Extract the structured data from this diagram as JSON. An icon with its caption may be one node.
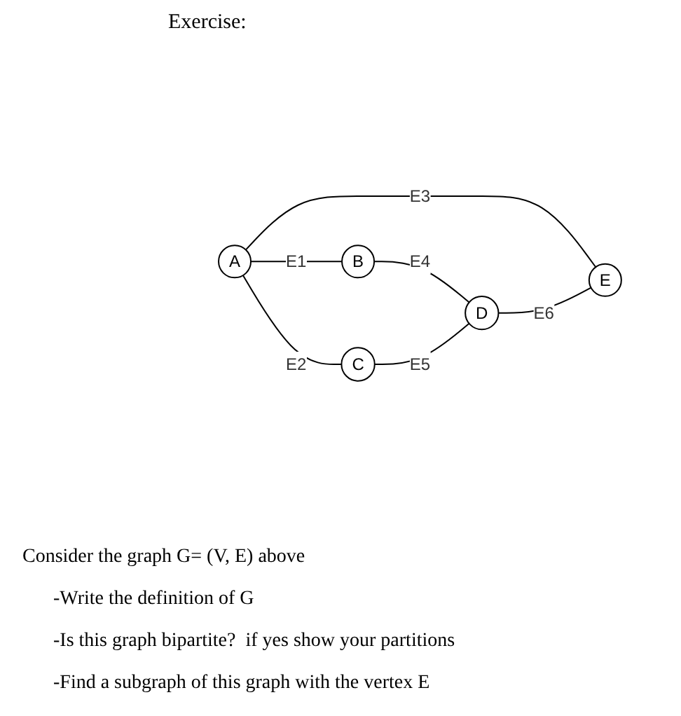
{
  "diagram": {
    "title": "Exercise:",
    "nodes": [
      {
        "text": [
          "A"
        ]
      },
      {
        "text": [
          "B"
        ]
      },
      {
        "text": [
          "C"
        ]
      },
      {
        "text": [
          "D"
        ]
      },
      {
        "text": [
          "E"
        ]
      }
    ],
    "edges": [
      {
        "from": 0,
        "to": 1,
        "arrow": "none",
        "label": "E1"
      },
      {
        "from": 0,
        "to": 2,
        "arrow": "none",
        "label": "E2"
      },
      {
        "from": 0,
        "to": 4,
        "arrow": "none",
        "label": "E3"
      },
      {
        "from": 1,
        "to": 3,
        "arrow": "none",
        "label": "E4"
      },
      {
        "from": 2,
        "to": 3,
        "arrow": "none",
        "label": "E5"
      },
      {
        "from": 3,
        "to": 4,
        "arrow": "none",
        "label": "E6"
      }
    ],
    "labels": [
      "Consider the graph G= (V, E) above",
      "-Write the definition of G",
      "-Is this graph bipartite?  if yes show your partitions",
      "-Find a subgraph of this graph with the vertex E"
    ]
  }
}
